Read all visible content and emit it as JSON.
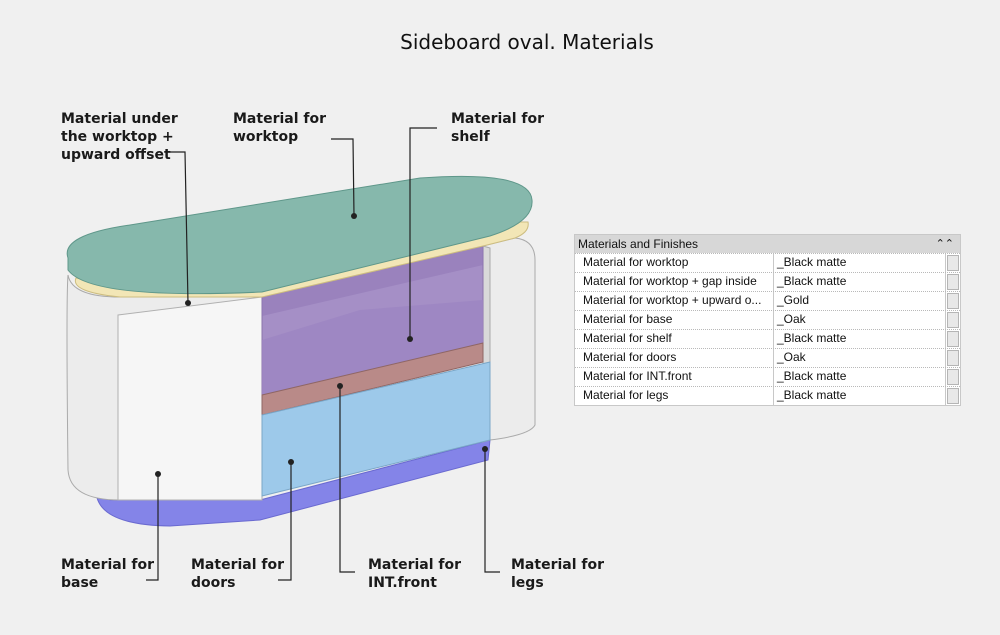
{
  "title": "Sideboard oval. Materials",
  "callouts": {
    "under_worktop": "Material under\nthe worktop +\nupward offset",
    "worktop": "Material for\nworktop",
    "shelf": "Material for\nshelf",
    "base": "Material for\nbase",
    "doors": "Material for\ndoors",
    "int_front": "Material for\nINT.front",
    "legs": "Material for\nlegs"
  },
  "properties": {
    "header": "Materials and Finishes",
    "collapse_icon": "double-chevron-up",
    "rows": [
      {
        "name": "Material for worktop",
        "value": "_Black matte"
      },
      {
        "name": "Material for worktop + gap inside",
        "value": "_Black matte"
      },
      {
        "name": "Material for worktop + upward o...",
        "value": "_Gold"
      },
      {
        "name": "Material for base",
        "value": "_Oak"
      },
      {
        "name": "Material for shelf",
        "value": "_Black matte"
      },
      {
        "name": "Material for doors",
        "value": "_Oak"
      },
      {
        "name": "Material for INT.front",
        "value": "_Black matte"
      },
      {
        "name": "Material for legs",
        "value": "_Black matte"
      }
    ]
  },
  "colors": {
    "worktop": "#86b8ac",
    "under_worktop": "#f2e6b6",
    "shelf_interior": "#a58fc6",
    "int_front": "#b98a88",
    "doors": "#9dc9ea",
    "base": "#e9e9e9",
    "legs": "#8484e8"
  }
}
